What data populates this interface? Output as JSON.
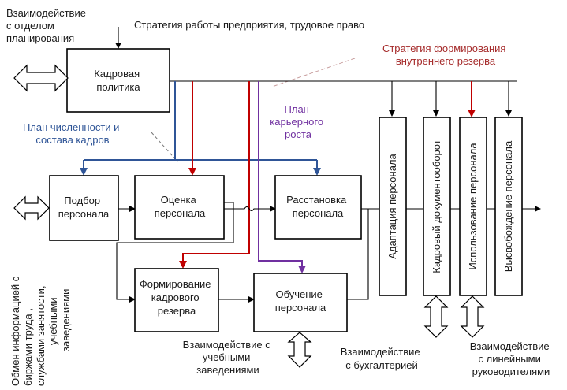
{
  "top_left_label": [
    "Взаимодействие",
    "с отделом",
    "планирования"
  ],
  "top_label": "Стратегия работы предприятия, трудовое право",
  "reserve_strategy_label": [
    "Стратегия формирования",
    "внутреннего резерва"
  ],
  "headcount_plan_label": [
    "План численности и",
    "состава кадров"
  ],
  "career_plan_label": [
    "План",
    "карьерного",
    "роста"
  ],
  "boxes": {
    "policy": [
      "Кадровая",
      "политика"
    ],
    "selection": [
      "Подбор",
      "персонала"
    ],
    "assessment": [
      "Оценка",
      "персонала"
    ],
    "placement": [
      "Расстановка",
      "персонала"
    ],
    "reserve": [
      "Формирование",
      "кадрового",
      "резерва"
    ],
    "training": [
      "Обучение",
      "персонала"
    ],
    "adaptation": "Адаптация персонала",
    "docflow": "Кадровый документооборот",
    "usage": "Использование персонала",
    "release": "Высвобождение персонала"
  },
  "left_vertical_label": [
    "Обмен информацией с",
    "биржами труда ,",
    "службами занятости,",
    "учебными",
    "заведениями"
  ],
  "bottom_labels": {
    "education": [
      "Взаимодействие с",
      "учебными",
      "заведениями"
    ],
    "accounting": [
      "Взаимодействие",
      "с бухгалтерией"
    ],
    "managers": [
      "Взаимодействие",
      "с линейными",
      "руководителями"
    ]
  }
}
